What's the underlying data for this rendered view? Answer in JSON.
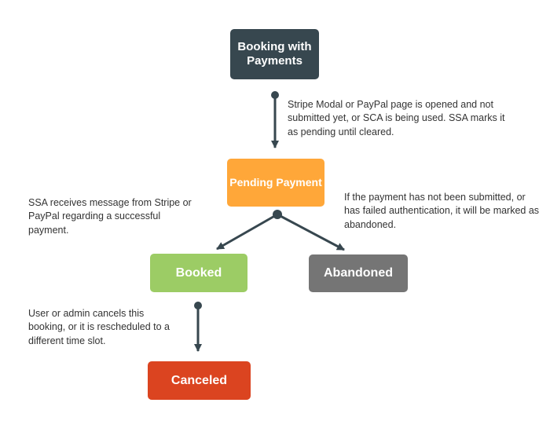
{
  "nodes": {
    "booking_with_payments": {
      "label": "Booking with Payments",
      "color": "#37474f"
    },
    "pending_payment": {
      "label": "Pending Payment",
      "color": "#ffa739"
    },
    "booked": {
      "label": "Booked",
      "color": "#9ccc65"
    },
    "abandoned": {
      "label": "Abandoned",
      "color": "#757575"
    },
    "canceled": {
      "label": "Canceled",
      "color": "#db4420"
    }
  },
  "annotations": {
    "to_pending": "Stripe Modal or PayPal page is opened and not submitted yet, or SCA is being used. SSA marks it as pending until cleared.",
    "to_booked": "SSA receives message from Stripe or PayPal regarding a successful payment.",
    "to_abandoned": "If the payment has not been submitted, or has failed authentication, it will be marked as abandoned.",
    "to_canceled": "User or admin cancels this booking, or it is rescheduled to a different time slot."
  },
  "connectors": [
    {
      "from": "booking_with_payments",
      "to": "pending_payment"
    },
    {
      "from": "pending_payment",
      "to": "booked"
    },
    {
      "from": "pending_payment",
      "to": "abandoned"
    },
    {
      "from": "booked",
      "to": "canceled"
    }
  ],
  "connector_color": "#37474f"
}
